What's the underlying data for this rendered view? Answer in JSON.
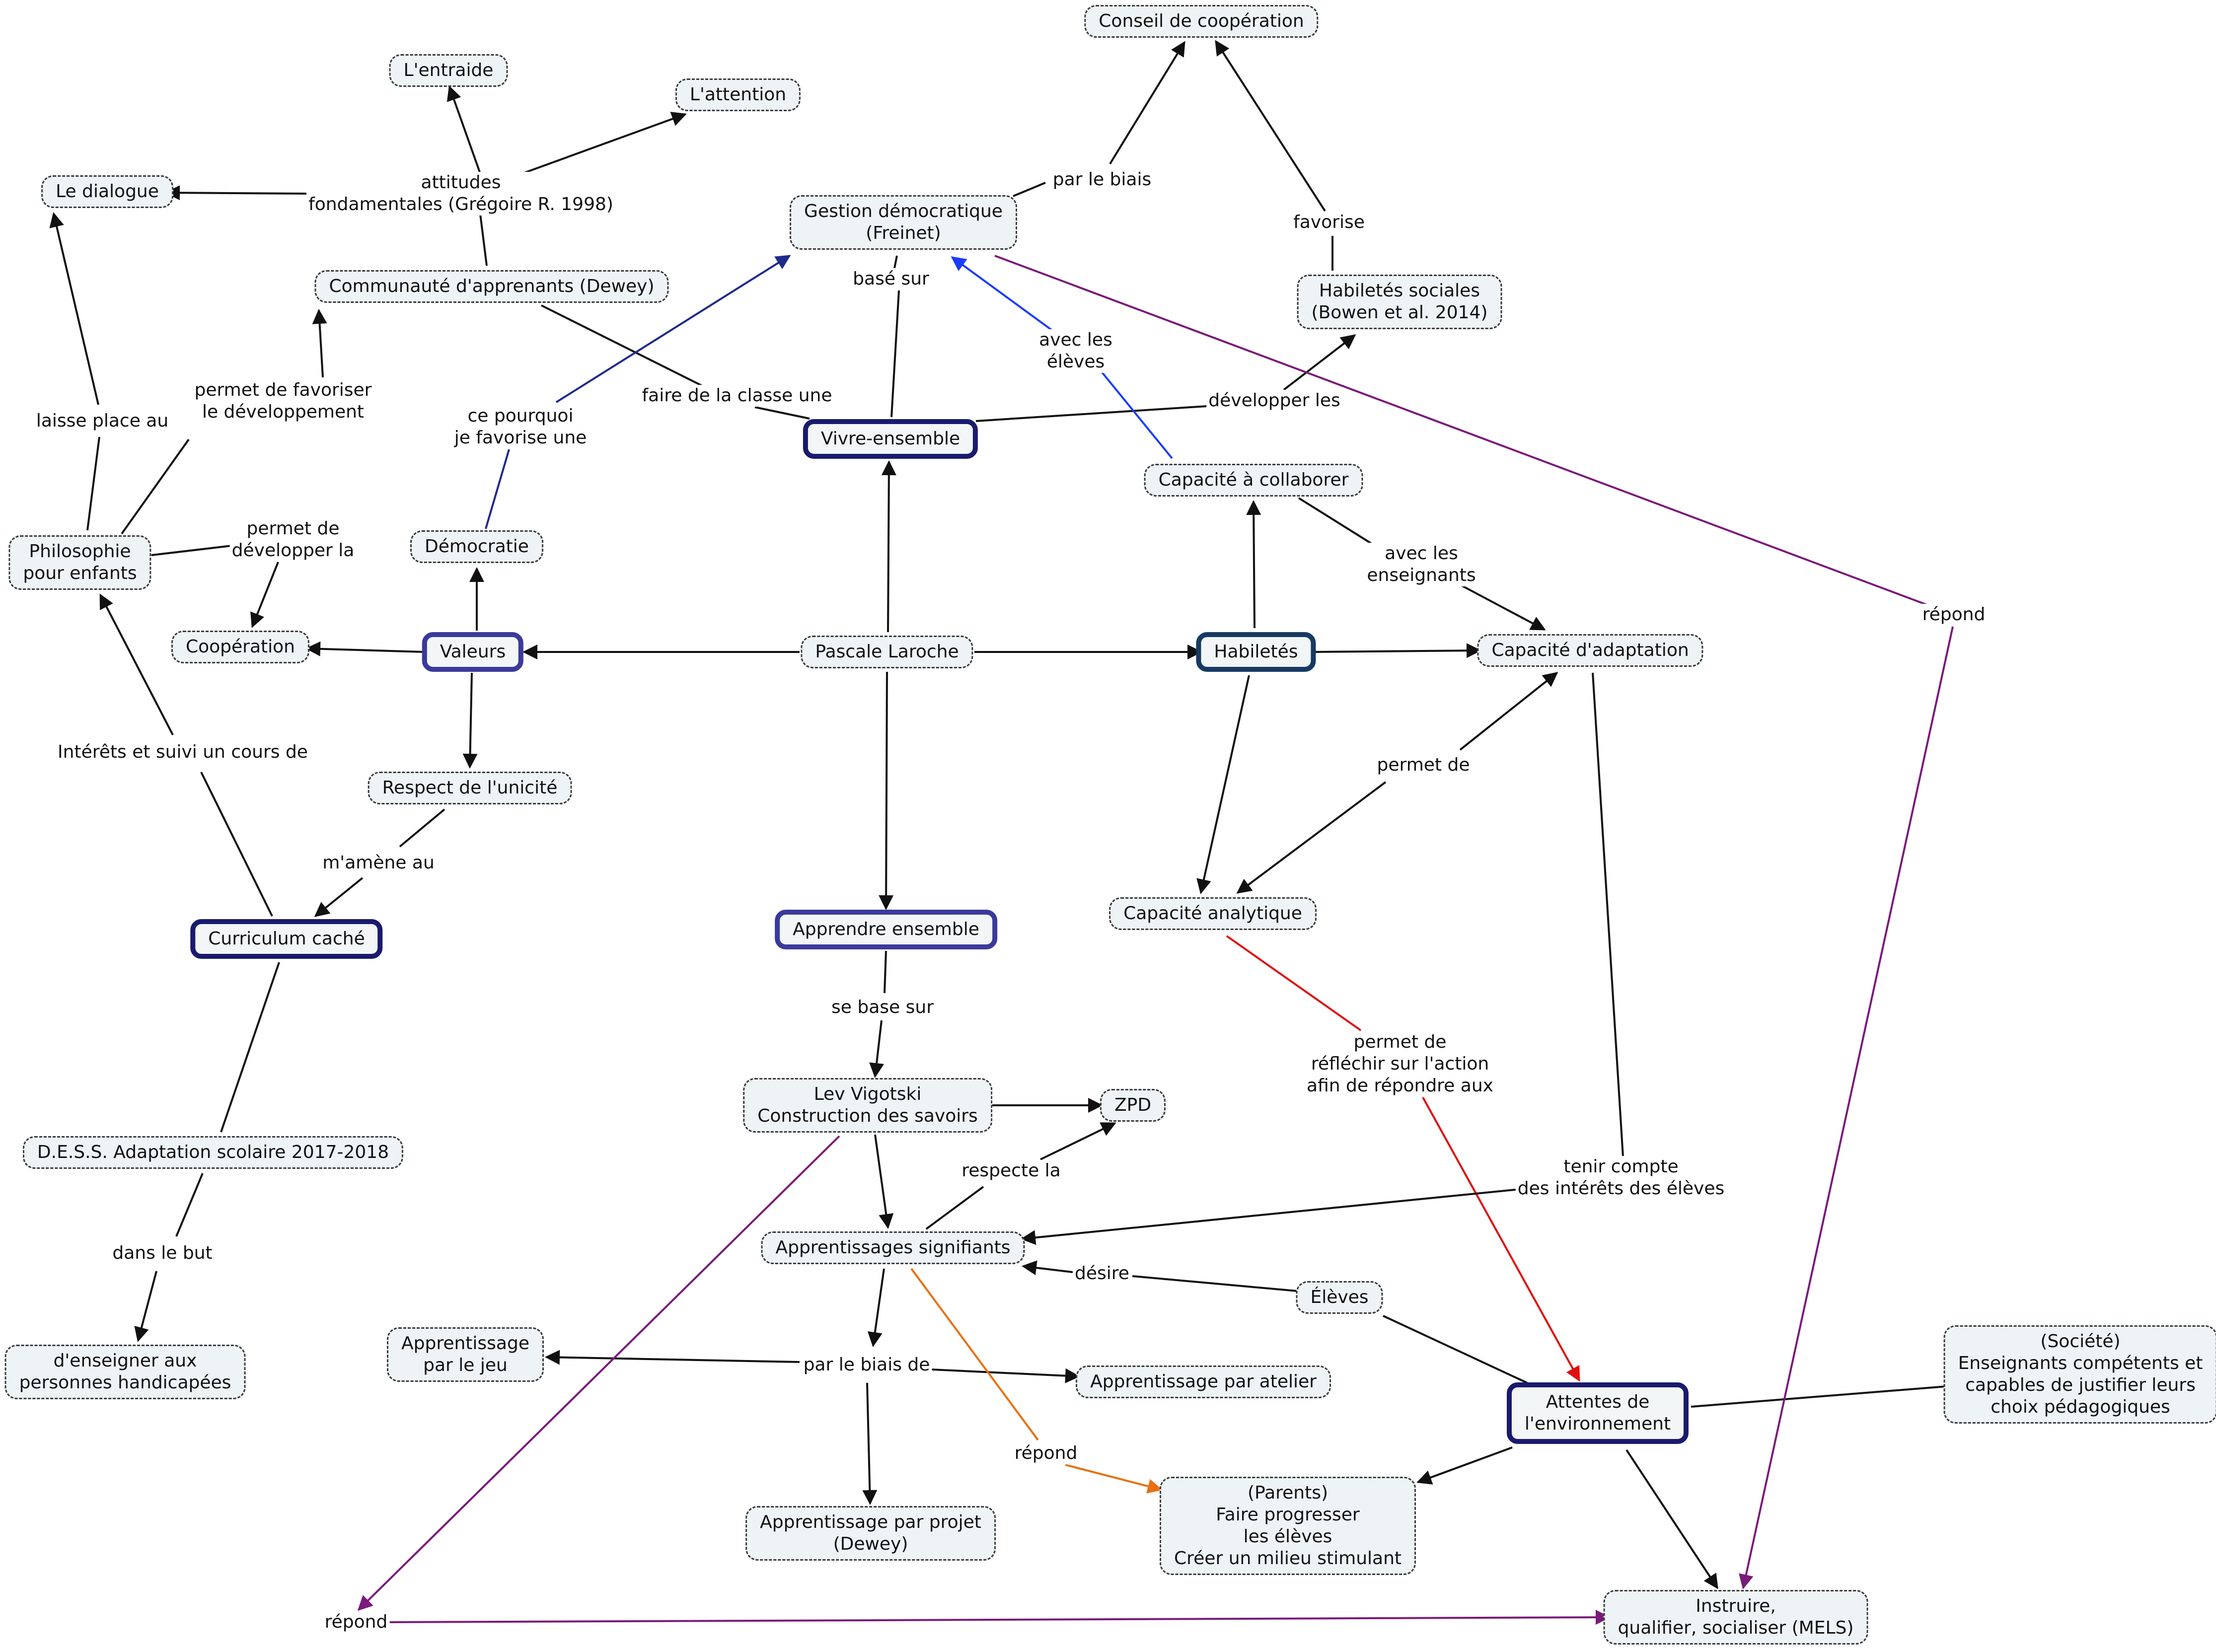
{
  "concepts": {
    "conseil": "Conseil de coopération",
    "entraide": "L'entraide",
    "attention": "L'attention",
    "dialogue": "Le dialogue",
    "gestion": "Gestion démocratique\n(Freinet)",
    "communaute": "Communauté d'apprenants (Dewey)",
    "habiletes_sociales": "Habiletés sociales\n(Bowen et al. 2014)",
    "vivre": "Vivre-ensemble",
    "collaborer": "Capacité à collaborer",
    "philosophie": "Philosophie\npour enfants",
    "democratie": "Démocratie",
    "cooperation": "Coopération",
    "valeurs": "Valeurs",
    "pascale": "Pascale Laroche",
    "habiletes": "Habiletés",
    "adaptation": "Capacité d'adaptation",
    "respect": "Respect de l'unicité",
    "curriculum": "Curriculum caché",
    "apprendre": "Apprendre ensemble",
    "analytique": "Capacité analytique",
    "vigotski": "Lev Vigotski\nConstruction des savoirs",
    "zpd": "ZPD",
    "dess": "D.E.S.S. Adaptation scolaire 2017-2018",
    "signifiants": "Apprentissages signifiants",
    "eleves": "Élèves",
    "enseigner": "d'enseigner aux\npersonnes handicapées",
    "jeu": "Apprentissage\npar le jeu",
    "atelier": "Apprentissage par atelier",
    "attentes": "Attentes de\nl'environnement",
    "societe": "(Société)\nEnseignants compétents et\ncapables de justifier leurs\nchoix pédagogiques",
    "projet": "Apprentissage par projet\n(Dewey)",
    "parents": "(Parents)\nFaire progresser\nles élèves\nCréer un milieu stimulant",
    "instruire": "Instruire,\nqualifier, socialiser (MELS)"
  },
  "linking_phrases": {
    "attitudes": "attitudes\nfondamentales (Grégoire R. 1998)",
    "par_le_biais": "par le biais",
    "favorise": "favorise",
    "base_sur": "basé sur",
    "avec_eleves": "avec les\nélèves",
    "permet_favoriser": "permet de favoriser\nle développement",
    "laisse_place": "laisse place au",
    "ce_pourquoi": "ce pourquoi\nje favorise une",
    "faire_classe": "faire de la classe une",
    "developper_les": "développer les",
    "permet_developper": "permet de\ndévelopper la",
    "repond_right": "répond",
    "avec_enseignants": "avec les\nenseignants",
    "interets": "Intérêts et suivi un cours de",
    "permet_de": "permet de",
    "amene": "m'amène au",
    "se_base": "se base sur",
    "permet_reflechir": "permet de\nréfléchir sur l'action\nafin de répondre aux",
    "respecte": "respecte la",
    "tenir_compte": "tenir compte\ndes intérêts des élèves",
    "dans_le_but": "dans le but",
    "desire": "désire",
    "par_biais_de": "par le biais de",
    "repond_orange": "répond",
    "repond_bottom": "répond"
  },
  "colors": {
    "default_link": "#111111",
    "blue_link": "#1f2a8a",
    "bright_blue_link": "#1a3cff",
    "purple_link": "#7a1a7a",
    "red_link": "#e01010",
    "orange_link": "#e87010",
    "node_fill": "#eef4f5",
    "key_border": "#1a1a6e"
  }
}
